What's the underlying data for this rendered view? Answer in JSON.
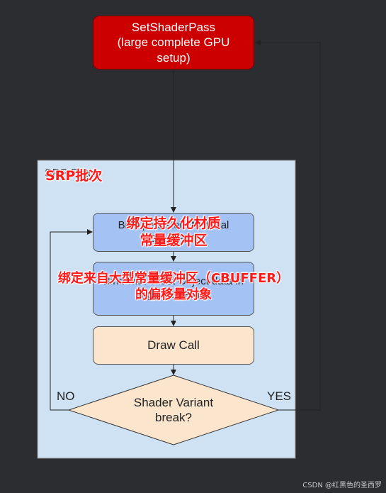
{
  "nodes": {
    "set_shader_pass": "SetShaderPass\n(large complete GPU\nsetup)",
    "srp_batch_label": "SRP Batch",
    "bind_material_cbuffer": "Bind persistent Material CBUFFER",
    "bind_object_cbuffer": "Bind with offset Object data in large CBUFFER",
    "draw_call": "Draw Call",
    "shader_variant_break": "Shader Variant\nbreak?"
  },
  "edge_labels": {
    "no": "NO",
    "yes": "YES"
  },
  "annotations": {
    "srp_batch_cn": "SRP批次",
    "material_cbuffer_cn": "绑定持久化材质\n常量缓冲区",
    "object_cbuffer_cn": "绑定来自大型常量缓冲区（CBUFFER）\n的偏移量对象"
  },
  "watermark": "CSDN @红黑色的圣西罗",
  "colors": {
    "background": "#2b2d30",
    "set_shader_pass_fill": "#cc0000",
    "batch_region_fill": "#cfe2f3",
    "bind_box_fill": "#a4c2f4",
    "draw_call_fill": "#fce5cd",
    "decision_fill": "#fce5cd",
    "annotation_text": "#ff1a1a"
  }
}
